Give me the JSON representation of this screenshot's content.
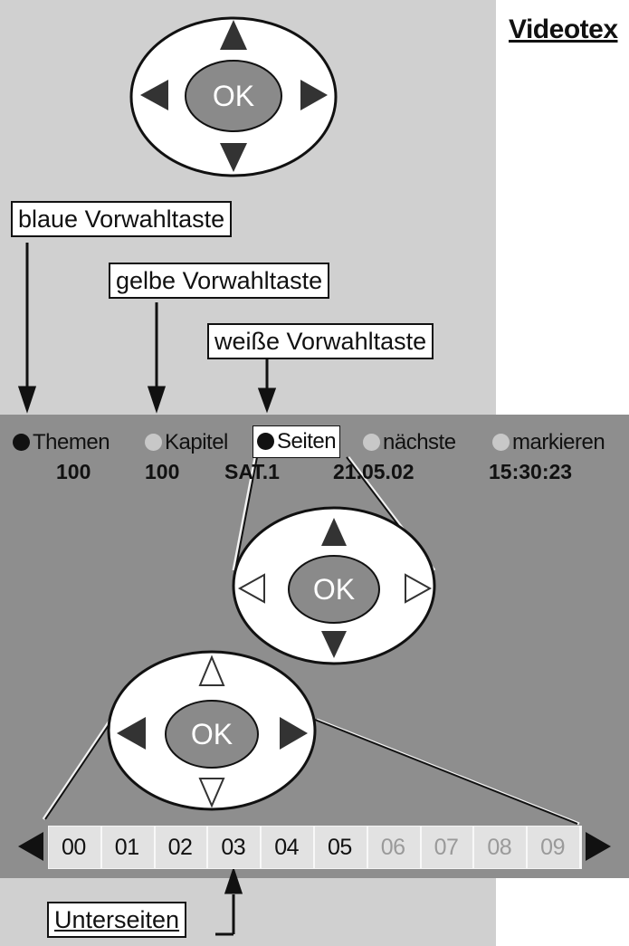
{
  "heading": "Videotex",
  "labels": {
    "blue_key": "blaue Vorwahltaste",
    "yellow_key": "gelbe Vorwahltaste",
    "white_key": "weiße Vorwahltaste",
    "subpages": "Unterseiten"
  },
  "ok_label": "OK",
  "menu": [
    {
      "label": "Themen",
      "color": "#111111"
    },
    {
      "label": "Kapitel",
      "color": "#c8c8c8"
    },
    {
      "label": "Seiten",
      "color": "#111111"
    },
    {
      "label": "nächste",
      "color": "#c8c8c8"
    },
    {
      "label": "markieren",
      "color": "#c8c8c8"
    }
  ],
  "info": {
    "page1": "100",
    "page2": "100",
    "channel": "SAT.1",
    "date": "21.05.02",
    "time": "15:30:23"
  },
  "subpages": [
    "00",
    "01",
    "02",
    "03",
    "04",
    "05",
    "06",
    "07",
    "08",
    "09",
    "",
    ""
  ],
  "subpage_active_count": 6,
  "colors": {
    "panel": "#d0d0d0",
    "screen": "#8e8e8e",
    "ok_button": "#8a8a8a",
    "active_text": "#111111",
    "inactive_text": "#9a9a9a"
  }
}
